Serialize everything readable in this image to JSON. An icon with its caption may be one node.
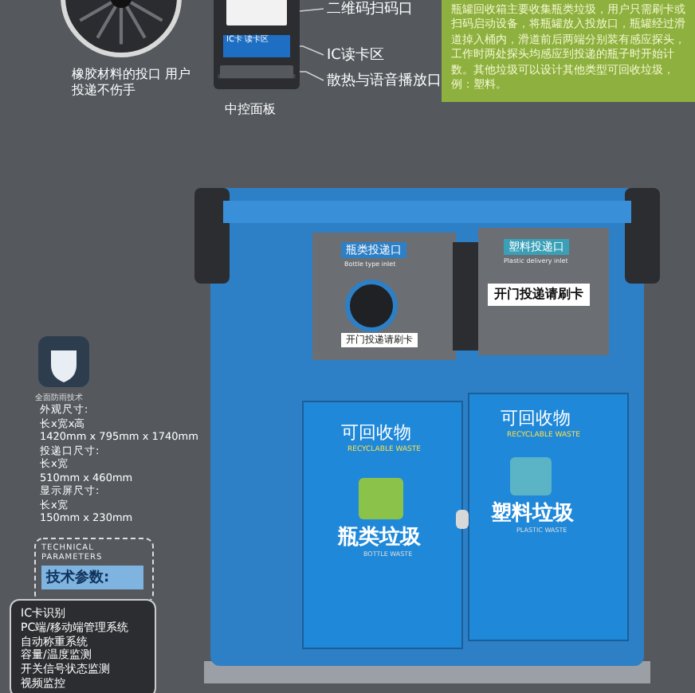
{
  "diagram": {
    "nodes": [
      {
        "text": [],
        "shape": "picture",
        "beside": [
          "橡胶材料的投口 用户投递不伤手"
        ]
      },
      {
        "text": [],
        "shape": "picture",
        "beside": [
          "中控面板"
        ]
      },
      {
        "text": [],
        "shape": "box",
        "in": 1
      },
      {
        "text": [
          "IC卡 读卡区"
        ],
        "in": 1
      },
      {
        "text": [],
        "shape": "box",
        "in": 1
      },
      {
        "text": [
          "二维码扫码口"
        ]
      },
      {
        "text": [
          "IC读卡区"
        ]
      },
      {
        "text": [
          "散热与语音播放口"
        ]
      },
      {
        "text": [
          "瓶罐回收箱主要收集瓶类垃圾，用户只需刷卡或扫码启动设备，将瓶罐放入投放口，瓶罐经过滑道掉入桶内，滑道前后两端分别装有感应探头，工作时两处探头均感应到投递的瓶子时开始计数。其他垃圾可以设计其他类型可回收垃圾，例：塑料。"
        ]
      },
      {
        "text": [
          "TECHNICAL PARAMETERS",
          "技术参数:"
        ]
      },
      {
        "text": [
          "IC卡识别",
          "PC端/移动端管理系统",
          "自动称重系统",
          "容量/温度监测",
          "开关信号状态监测",
          "视频监控"
        ]
      }
    ],
    "edges": [
      {
        "from": 5,
        "to": 2,
        "arrow": "none"
      },
      {
        "from": 6,
        "to": 3,
        "arrow": "none"
      },
      {
        "from": 7,
        "to": 4,
        "arrow": "none"
      }
    ],
    "labels": [
      "全面防雨技术",
      "外观尺寸:",
      "长x宽x高",
      "1420mm x 795mm x 1740mm",
      "投递口尺寸:",
      "长x宽",
      "510mm x 460mm",
      "显示屏尺寸:",
      "长x宽",
      "150mm x 230mm",
      "瓶类投递口",
      "Bottle type inlet",
      "开门投递请刷卡",
      "塑料投递口",
      "Plastic delivery inlet",
      "开门投递请刷卡",
      "可回收物",
      "RECYCLABLE WASTE",
      "瓶类垃圾",
      "BOTTLE WASTE",
      "可回收物",
      "RECYCLABLE WASTE",
      "塑料垃圾",
      "PLASTIC WASTE"
    ]
  }
}
